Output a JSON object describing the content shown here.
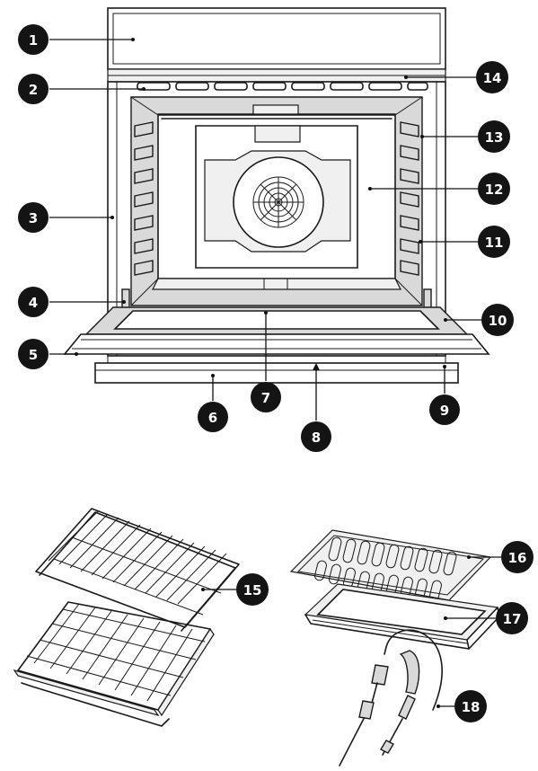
{
  "callouts": [
    {
      "num": "1"
    },
    {
      "num": "2"
    },
    {
      "num": "3"
    },
    {
      "num": "4"
    },
    {
      "num": "5"
    },
    {
      "num": "6"
    },
    {
      "num": "7"
    },
    {
      "num": "8"
    },
    {
      "num": "9"
    },
    {
      "num": "10"
    },
    {
      "num": "11"
    },
    {
      "num": "12"
    },
    {
      "num": "13"
    },
    {
      "num": "14"
    },
    {
      "num": "15"
    },
    {
      "num": "16"
    },
    {
      "num": "17"
    },
    {
      "num": "18"
    }
  ],
  "colors": {
    "badge": "#141414",
    "badge_text": "#ffffff",
    "line": "#1a1a1a",
    "fill_grey": "#d9d9d9"
  }
}
